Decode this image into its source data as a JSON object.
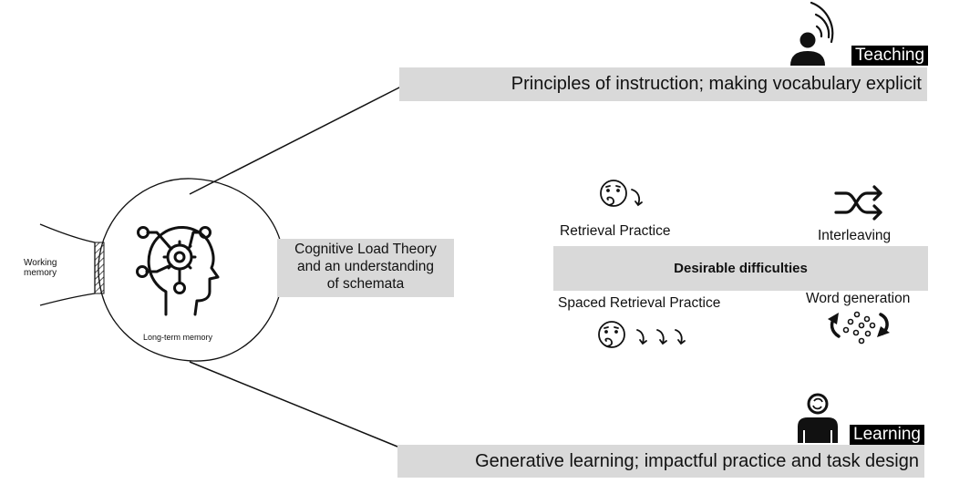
{
  "memory": {
    "working_memory_line1": "Working",
    "working_memory_line2": "memory",
    "long_term_memory": "Long-term memory"
  },
  "cognitive_load": {
    "line1": "Cognitive Load Theory",
    "line2": "and an understanding",
    "line3": "of schemata"
  },
  "teaching": {
    "tag": "Teaching",
    "bar": "Principles of instruction; making vocabulary explicit"
  },
  "learning": {
    "tag": "Learning",
    "bar": "Generative learning; impactful practice and task design"
  },
  "desirable_difficulties": {
    "title": "Desirable difficulties",
    "retrieval_practice": "Retrieval Practice",
    "interleaving": "Interleaving",
    "spaced_retrieval_practice": "Spaced Retrieval Practice",
    "word_generation": "Word generation"
  },
  "colors": {
    "bar": "#d9d9d9",
    "tag_bg": "#000000",
    "line": "#111111"
  },
  "icons": [
    "brain-network-icon",
    "speaker-person-icon",
    "learner-person-icon",
    "thinking-face-icon",
    "shuffle-icon",
    "cycle-dots-icon"
  ]
}
